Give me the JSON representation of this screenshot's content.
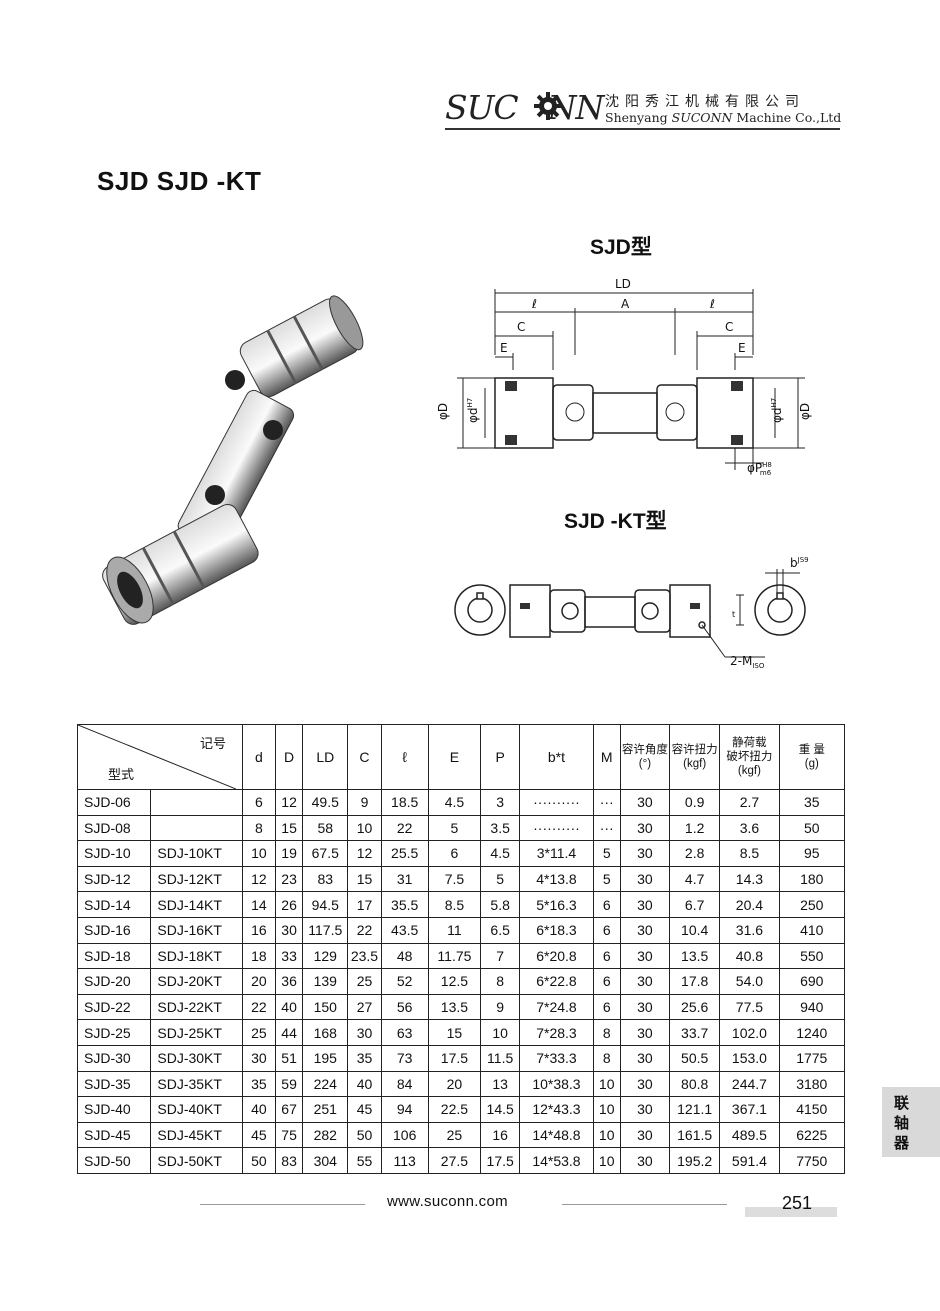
{
  "header": {
    "brand": "SUC",
    "brand_tail": "NN",
    "company_cn": "沈阳秀江机械有限公司",
    "company_en_pre": "Shenyang",
    "company_en_brand": "SUCONN",
    "company_en_post": "Machine Co.,Ltd"
  },
  "page_title": "SJD  SJD -KT",
  "diagrams": {
    "sjd_title": "SJD型",
    "sjdkt_title": "SJD -KT型",
    "dim_labels": {
      "LD": "LD",
      "l": "ℓ",
      "A": "A",
      "C": "C",
      "E": "E",
      "D": "φD",
      "d": "φd",
      "P": "φP",
      "b": "b",
      "t": "t",
      "M": "2-M"
    },
    "superscripts": {
      "d": "H7",
      "P": "H8",
      "P_sub": "m6",
      "b": "JS9",
      "M": "ISO"
    }
  },
  "table": {
    "corner_top": "记号",
    "corner_bottom": "型式",
    "headers": [
      "d",
      "D",
      "LD",
      "C",
      "ℓ",
      "E",
      "P",
      "b*t",
      "M"
    ],
    "cn_headers": [
      [
        "容许角度",
        "(°)"
      ],
      [
        "容许扭力",
        "(kgf)"
      ],
      [
        "静荷载",
        "破坏扭力",
        "(kgf)"
      ],
      [
        "重  量",
        "(g)"
      ]
    ],
    "rows": [
      [
        "SJD-06",
        "",
        "6",
        "12",
        "49.5",
        "9",
        "18.5",
        "4.5",
        "3",
        "··········",
        "···",
        "30",
        "0.9",
        "2.7",
        "35"
      ],
      [
        "SJD-08",
        "",
        "8",
        "15",
        "58",
        "10",
        "22",
        "5",
        "3.5",
        "··········",
        "···",
        "30",
        "1.2",
        "3.6",
        "50"
      ],
      [
        "SJD-10",
        "SDJ-10KT",
        "10",
        "19",
        "67.5",
        "12",
        "25.5",
        "6",
        "4.5",
        "3*11.4",
        "5",
        "30",
        "2.8",
        "8.5",
        "95"
      ],
      [
        "SJD-12",
        "SDJ-12KT",
        "12",
        "23",
        "83",
        "15",
        "31",
        "7.5",
        "5",
        "4*13.8",
        "5",
        "30",
        "4.7",
        "14.3",
        "180"
      ],
      [
        "SJD-14",
        "SDJ-14KT",
        "14",
        "26",
        "94.5",
        "17",
        "35.5",
        "8.5",
        "5.8",
        "5*16.3",
        "6",
        "30",
        "6.7",
        "20.4",
        "250"
      ],
      [
        "SJD-16",
        "SDJ-16KT",
        "16",
        "30",
        "117.5",
        "22",
        "43.5",
        "11",
        "6.5",
        "6*18.3",
        "6",
        "30",
        "10.4",
        "31.6",
        "410"
      ],
      [
        "SJD-18",
        "SDJ-18KT",
        "18",
        "33",
        "129",
        "23.5",
        "48",
        "11.75",
        "7",
        "6*20.8",
        "6",
        "30",
        "13.5",
        "40.8",
        "550"
      ],
      [
        "SJD-20",
        "SDJ-20KT",
        "20",
        "36",
        "139",
        "25",
        "52",
        "12.5",
        "8",
        "6*22.8",
        "6",
        "30",
        "17.8",
        "54.0",
        "690"
      ],
      [
        "SJD-22",
        "SDJ-22KT",
        "22",
        "40",
        "150",
        "27",
        "56",
        "13.5",
        "9",
        "7*24.8",
        "6",
        "30",
        "25.6",
        "77.5",
        "940"
      ],
      [
        "SJD-25",
        "SDJ-25KT",
        "25",
        "44",
        "168",
        "30",
        "63",
        "15",
        "10",
        "7*28.3",
        "8",
        "30",
        "33.7",
        "102.0",
        "1240"
      ],
      [
        "SJD-30",
        "SDJ-30KT",
        "30",
        "51",
        "195",
        "35",
        "73",
        "17.5",
        "11.5",
        "7*33.3",
        "8",
        "30",
        "50.5",
        "153.0",
        "1775"
      ],
      [
        "SJD-35",
        "SDJ-35KT",
        "35",
        "59",
        "224",
        "40",
        "84",
        "20",
        "13",
        "10*38.3",
        "10",
        "30",
        "80.8",
        "244.7",
        "3180"
      ],
      [
        "SJD-40",
        "SDJ-40KT",
        "40",
        "67",
        "251",
        "45",
        "94",
        "22.5",
        "14.5",
        "12*43.3",
        "10",
        "30",
        "121.1",
        "367.1",
        "4150"
      ],
      [
        "SJD-45",
        "SDJ-45KT",
        "45",
        "75",
        "282",
        "50",
        "106",
        "25",
        "16",
        "14*48.8",
        "10",
        "30",
        "161.5",
        "489.5",
        "6225"
      ],
      [
        "SJD-50",
        "SDJ-50KT",
        "50",
        "83",
        "304",
        "55",
        "113",
        "27.5",
        "17.5",
        "14*53.8",
        "10",
        "30",
        "195.2",
        "591.4",
        "7750"
      ]
    ]
  },
  "side_tab": "联轴器",
  "footer": {
    "website": "www.suconn.com",
    "page_number": "251"
  }
}
